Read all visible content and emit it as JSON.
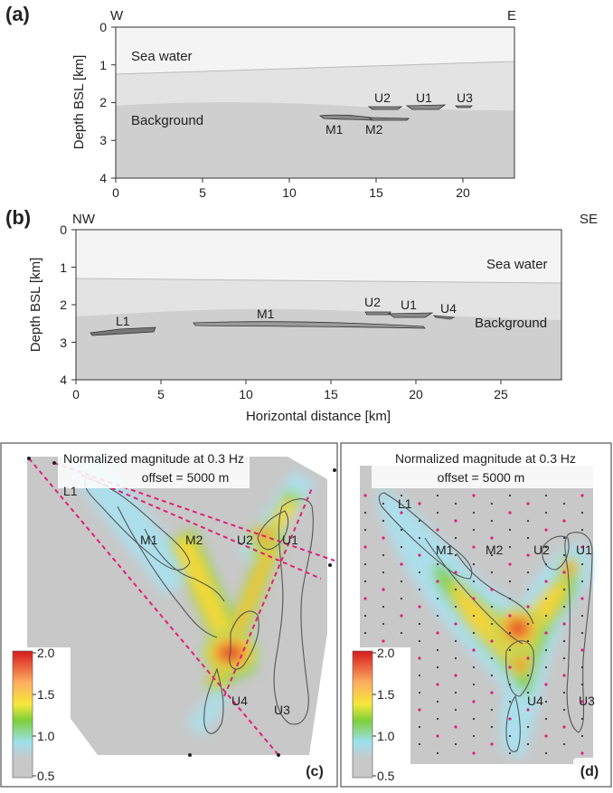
{
  "panel_a": {
    "label": "(a)",
    "dir_left": "W",
    "dir_right": "E",
    "ylabel": "Depth BSL [km]",
    "yticks": [
      "0",
      "1",
      "2",
      "3",
      "4"
    ],
    "xticks": [
      "0",
      "5",
      "10",
      "15",
      "20"
    ],
    "sea_water": "Sea water",
    "background": "Background",
    "bodies": [
      "U2",
      "U1",
      "U3",
      "M1",
      "M2"
    ]
  },
  "panel_b": {
    "label": "(b)",
    "dir_left": "NW",
    "dir_right": "SE",
    "ylabel": "Depth BSL [km]",
    "yticks": [
      "0",
      "1",
      "2",
      "3",
      "4"
    ],
    "xticks": [
      "0",
      "5",
      "10",
      "15",
      "20",
      "25"
    ],
    "xlabel": "Horizontal distance [km]",
    "sea_water": "Sea water",
    "background": "Background",
    "bodies": [
      "L1",
      "M1",
      "U2",
      "U1",
      "U4"
    ]
  },
  "panel_c": {
    "label": "(c)",
    "title_line1": "Normalized magnitude at 0.3 Hz",
    "title_line2": "offset = 5000 m",
    "colorbar_ticks": [
      "2.0",
      "1.5",
      "1.0",
      "0.5"
    ],
    "bodies": [
      "L1",
      "M1",
      "M2",
      "U2",
      "U1",
      "U4",
      "U3"
    ]
  },
  "panel_d": {
    "label": "(d)",
    "title_line1": "Normalized magnitude at 0.3 Hz",
    "title_line2": "offset = 5000 m",
    "colorbar_ticks": [
      "2.0",
      "1.5",
      "1.0",
      "0.5"
    ],
    "bodies": [
      "L1",
      "M1",
      "M2",
      "U2",
      "U1",
      "U4",
      "U3"
    ]
  },
  "colors": {
    "sea": "#f4f4f4",
    "upper_sediment": "#e2e2e2",
    "background": "#cfcfcf",
    "body_fill": "#8a8a8a",
    "map_gray": "#c8c8c8",
    "receiver_pink": "#e0207a"
  }
}
